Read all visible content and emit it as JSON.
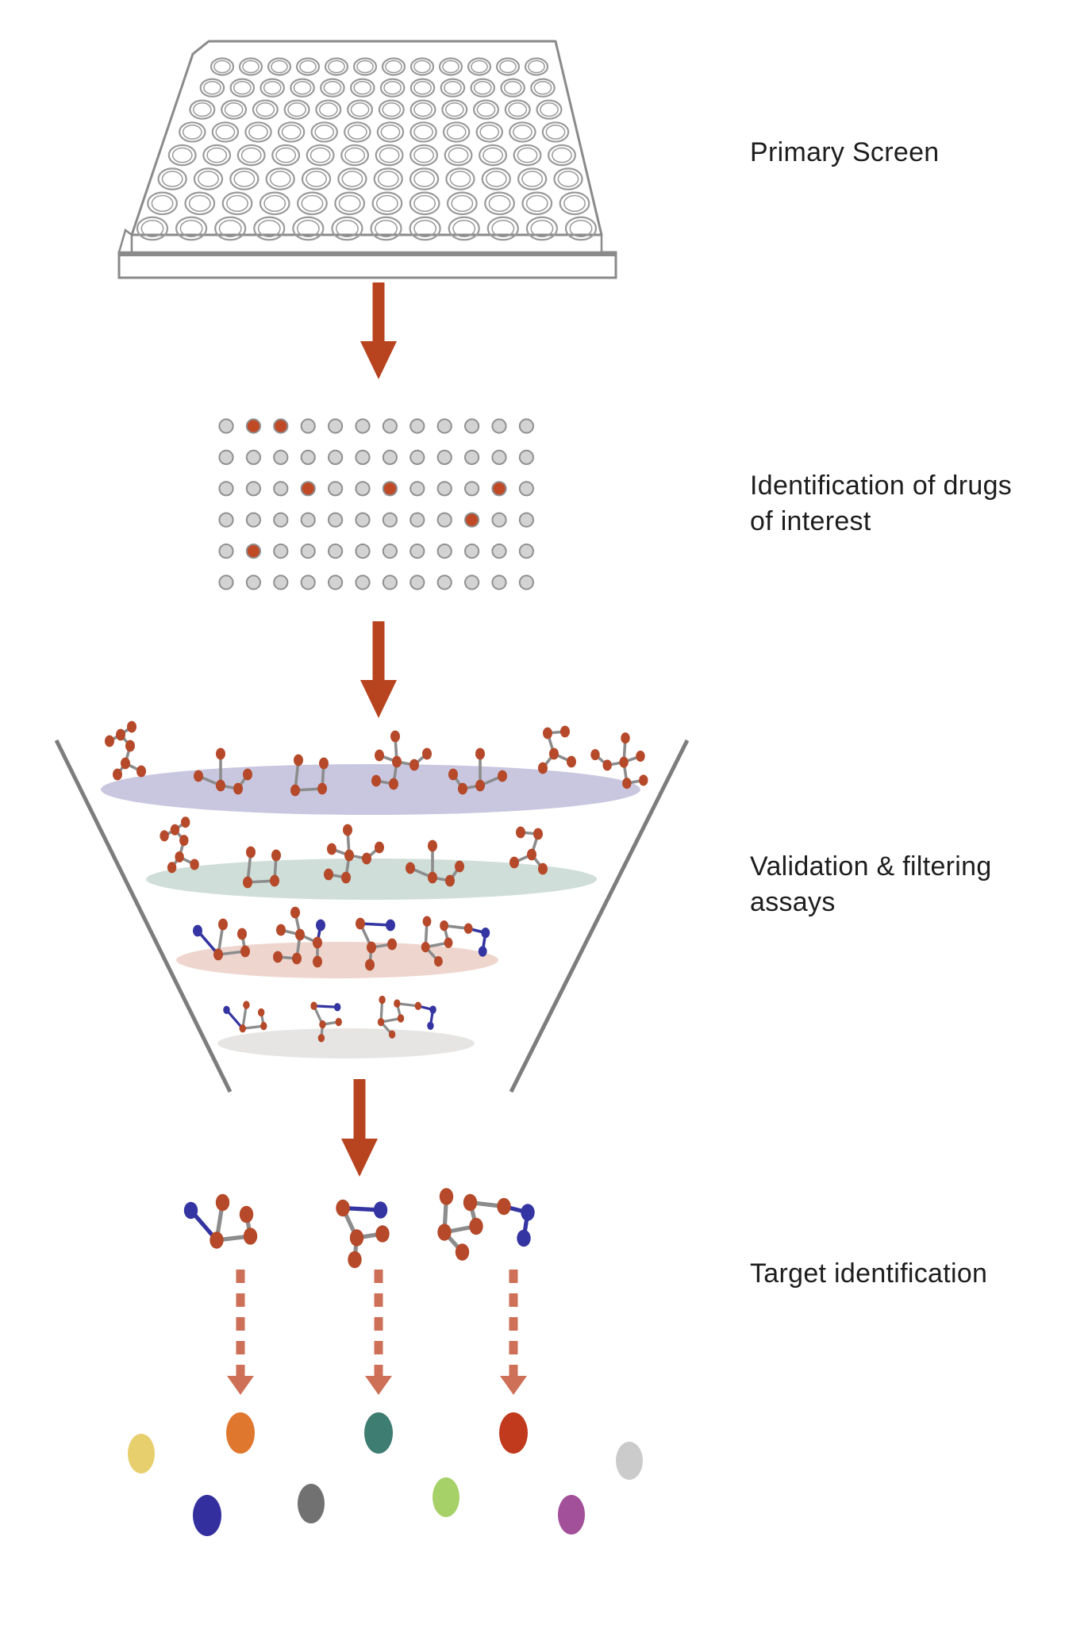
{
  "labels": {
    "primary_screen": "Primary Screen",
    "identification_line1": "Identification of drugs",
    "identification_line2": "of interest",
    "validation_line1": "Validation & filtering",
    "validation_line2": "assays",
    "target_identification": "Target identification"
  },
  "colors": {
    "text": "#1d1d1d",
    "arrow_red": "#b8431f",
    "dashed_arrow": "#ce7058",
    "molecule_red": "#b5492a",
    "molecule_blue": "#3434a2",
    "edge_gray": "#8c8c8c",
    "plate_outline": "#8a8a8a",
    "well_outline": "#9a9a9a",
    "grid_dot_fill": "#d3d3d3",
    "grid_dot_stroke": "#909090",
    "grid_hit_fill": "#c04a26",
    "funnel_line": "#7d7d7d"
  },
  "plate": {
    "rows": 8,
    "cols": 12
  },
  "screen_grid": {
    "rows": 6,
    "cols": 12,
    "hit_cells": [
      [
        1,
        2
      ],
      [
        1,
        3
      ],
      [
        3,
        4
      ],
      [
        3,
        7
      ],
      [
        3,
        11
      ],
      [
        4,
        10
      ],
      [
        5,
        2
      ]
    ]
  },
  "funnel": {
    "layers": [
      {
        "name": "layer-1",
        "ellipse_color": "#c9c7e0",
        "molecule_count": 7,
        "has_blue_nodes": false
      },
      {
        "name": "layer-2",
        "ellipse_color": "#cfded8",
        "molecule_count": 5,
        "has_blue_nodes": false
      },
      {
        "name": "layer-3",
        "ellipse_color": "#eed6ce",
        "molecule_count": 4,
        "has_blue_nodes": true
      },
      {
        "name": "layer-4",
        "ellipse_color": "#e6e5e3",
        "molecule_count": 3,
        "has_blue_nodes": true
      }
    ]
  },
  "target": {
    "molecule_count": 3,
    "circles": [
      {
        "name": "yellow",
        "color": "#e8cf6e",
        "arrow_target": false
      },
      {
        "name": "orange",
        "color": "#e0772f",
        "arrow_target": true
      },
      {
        "name": "teal",
        "color": "#3e7d72",
        "arrow_target": true
      },
      {
        "name": "red",
        "color": "#c13a1e",
        "arrow_target": true
      },
      {
        "name": "light-gray",
        "color": "#cbcbcb",
        "arrow_target": false
      },
      {
        "name": "dark-blue",
        "color": "#332f9e",
        "arrow_target": false
      },
      {
        "name": "gray",
        "color": "#717171",
        "arrow_target": false
      },
      {
        "name": "green",
        "color": "#a6d068",
        "arrow_target": false
      },
      {
        "name": "purple",
        "color": "#a2509a",
        "arrow_target": false
      }
    ]
  }
}
